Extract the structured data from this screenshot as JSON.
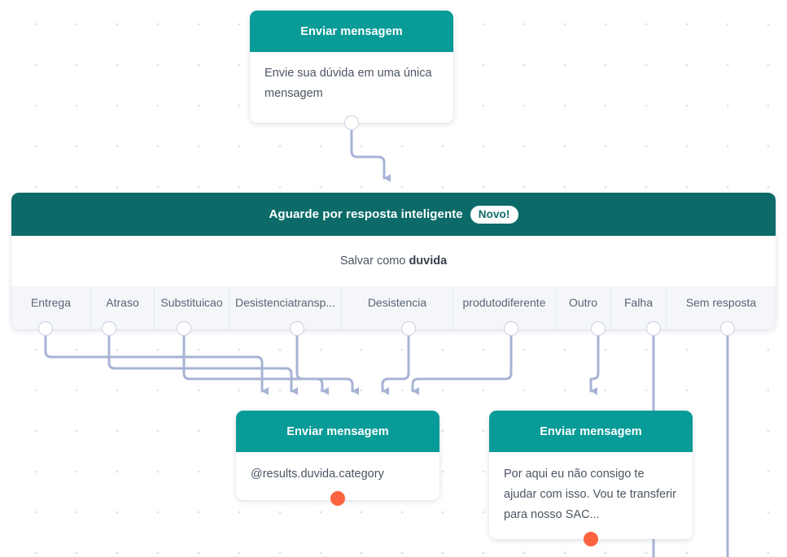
{
  "canvas": {
    "background_color": "#ffffff",
    "grid_dot_color": "#dfe3f0",
    "edge_color": "#a7b3d4"
  },
  "colors": {
    "teal": "#089b97",
    "dark_teal": "#0c6b68",
    "orange_port": "#fb6340",
    "strip_bg": "#f4f6f9",
    "body_text": "#4b5563"
  },
  "nodes": {
    "send_message_top": {
      "title": "Enviar mensagem",
      "body": "Envie sua dúvida em uma única mensagem"
    },
    "wait_smart_answer": {
      "title": "Aguarde por resposta inteligente",
      "badge": "Novo!",
      "save_prefix": "Salvar como",
      "save_variable": "duvida",
      "outputs": [
        {
          "label": "Entrega"
        },
        {
          "label": "Atraso"
        },
        {
          "label": "Substituicao"
        },
        {
          "label": "Desistenciatransp..."
        },
        {
          "label": "Desistencia"
        },
        {
          "label": "produtodiferente"
        },
        {
          "label": "Outro"
        },
        {
          "label": "Falha"
        },
        {
          "label": "Sem resposta"
        }
      ]
    },
    "send_message_left": {
      "title": "Enviar mensagem",
      "body": "@results.duvida.category"
    },
    "send_message_right": {
      "title": "Enviar mensagem",
      "body": "Por aqui eu não consigo te ajudar com isso. Vou te transferir para nosso SAC..."
    }
  }
}
